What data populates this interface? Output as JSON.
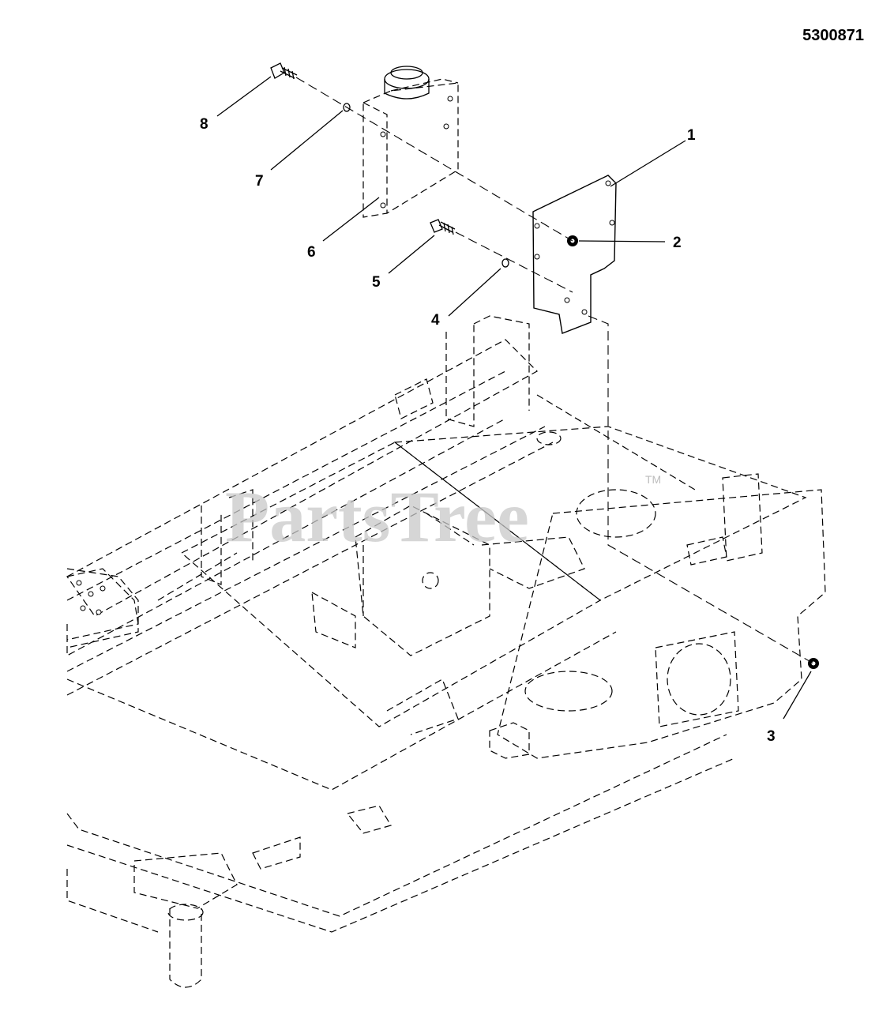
{
  "drawing_number": "5300871",
  "watermark": {
    "text": "PartsTree",
    "trademark": "TM"
  },
  "callouts": [
    "1",
    "2",
    "3",
    "4",
    "5",
    "6",
    "7",
    "8"
  ]
}
